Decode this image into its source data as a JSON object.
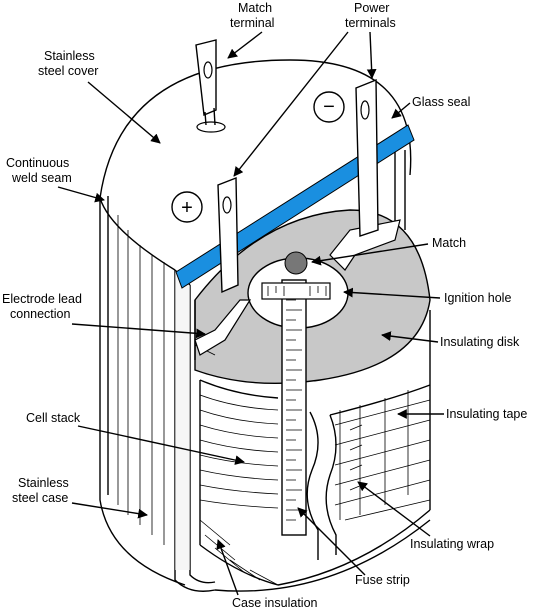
{
  "labels": {
    "match_terminal": [
      "Match",
      "terminal"
    ],
    "power_terminals": [
      "Power",
      "terminals"
    ],
    "stainless_steel_cover": [
      "Stainless",
      "steel cover"
    ],
    "glass_seal": "Glass seal",
    "continuous_weld_seam": [
      "Continuous",
      "weld seam"
    ],
    "match": "Match",
    "electrode_lead_connection": [
      "Electrode lead",
      "connection"
    ],
    "ignition_hole": "Ignition hole",
    "insulating_disk": "Insulating disk",
    "cell_stack": "Cell stack",
    "insulating_tape": "Insulating tape",
    "stainless_steel_case": [
      "Stainless",
      "steel case"
    ],
    "insulating_wrap": "Insulating wrap",
    "fuse_strip": "Fuse strip",
    "case_insulation": "Case insulation"
  },
  "polarity": {
    "negative": "−",
    "positive": "+"
  },
  "colors": {
    "glass_seal": "#1a8fe0",
    "insulating_disk": "#c8c8c8",
    "outline": "#000000"
  }
}
